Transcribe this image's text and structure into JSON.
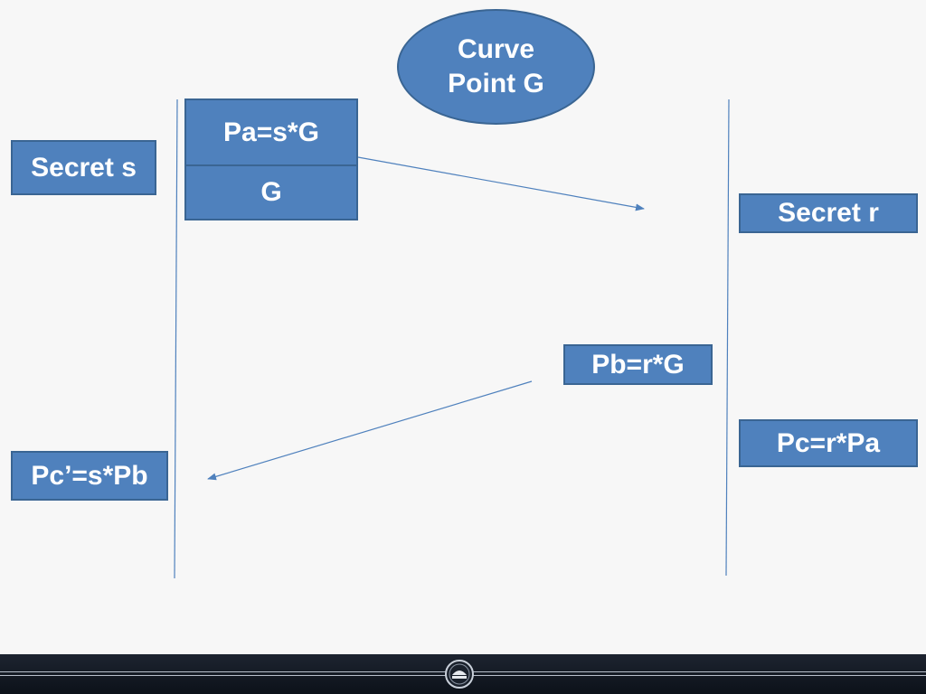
{
  "diagram": {
    "curve_point": {
      "line1": "Curve",
      "line2": "Point G"
    },
    "left_party": {
      "secret": "Secret s",
      "public_key": "Pa=s*G",
      "generator": "G",
      "shared": "Pc’=s*Pb"
    },
    "right_party": {
      "secret": "Secret r",
      "public_key": "Pb=r*G",
      "shared": "Pc=r*Pa"
    }
  },
  "colors": {
    "box_fill": "#4f81bd",
    "box_border": "#3a6593",
    "text": "#ffffff",
    "line": "#4f81bd",
    "background": "#f7f7f7",
    "footer": "#111822"
  }
}
